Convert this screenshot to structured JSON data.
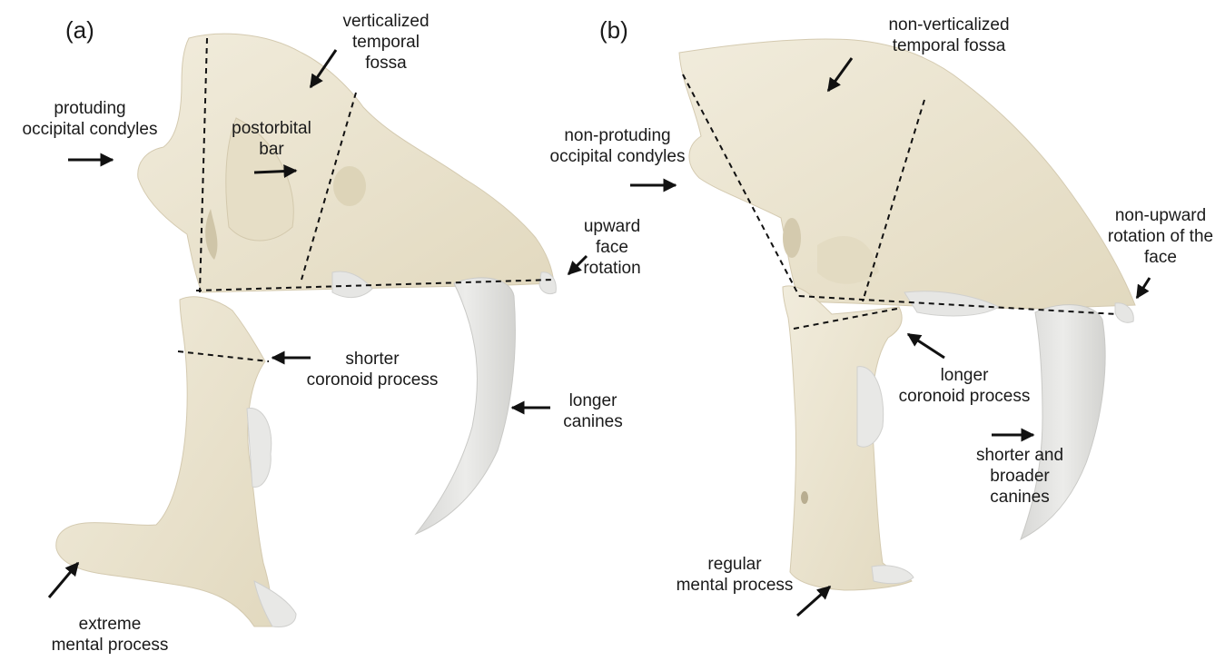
{
  "panels": {
    "a": {
      "label": "(a)",
      "annotations": {
        "temporal_fossa": [
          "verticalized",
          "temporal",
          "fossa"
        ],
        "occipital_condyles": [
          "protuding",
          "occipital condyles"
        ],
        "postorbital_bar": [
          "postorbital",
          "bar"
        ],
        "face_rotation": [
          "upward",
          "face",
          "rotation"
        ],
        "coronoid_process": [
          "shorter",
          "coronoid process"
        ],
        "canines": [
          "longer",
          "canines"
        ],
        "mental_process": [
          "extreme",
          "mental process"
        ]
      }
    },
    "b": {
      "label": "(b)",
      "annotations": {
        "temporal_fossa": [
          "non-verticalized",
          "temporal fossa"
        ],
        "occipital_condyles": [
          "non-protuding",
          "occipital condyles"
        ],
        "face_rotation": [
          "non-upward",
          "rotation of the",
          "face"
        ],
        "coronoid_process": [
          "longer",
          "coronoid process"
        ],
        "canines": [
          "shorter and",
          "broader",
          "canines"
        ],
        "mental_process": [
          "regular",
          "mental process"
        ]
      }
    }
  },
  "colors": {
    "bone": "#ece6d3",
    "bone_shade": "#d9d0b6",
    "tooth": "#e4e4e2",
    "tooth_shade": "#cfcfcc",
    "ink": "#111111"
  }
}
